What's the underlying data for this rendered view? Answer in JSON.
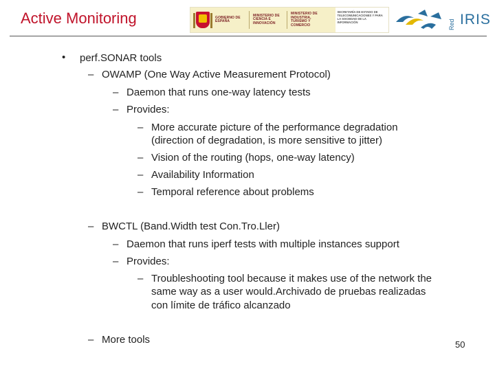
{
  "header": {
    "title": "Active Monitoring",
    "logos": {
      "gobierno": "GOBIERNO DE ESPAÑA",
      "ministerio_ciencia": "MINISTERIO DE CIENCIA E INNOVACIÓN",
      "ministerio_industria": "MINISTERIO DE INDUSTRIA, TURISMO Y COMERCIO",
      "secretaria": "SECRETARÍA DE ESTADO DE TELECOMUNICACIONES Y PARA LA SOCIEDAD DE LA INFORMACIÓN",
      "rediris_red": "Red",
      "rediris_iris": "IRIS"
    }
  },
  "bullets": {
    "b1": "perf.SONAR tools",
    "b1_1": "OWAMP (One Way Active Measurement Protocol)",
    "b1_1_1": "Daemon that runs one-way latency tests",
    "b1_1_2": "Provides:",
    "b1_1_2_1a": "More accurate picture of the performance degradation",
    "b1_1_2_1b": "(direction of degradation, is more sensitive to jitter)",
    "b1_1_2_2": "Vision of the routing (hops, one-way latency)",
    "b1_1_2_3": "Availability Information",
    "b1_1_2_4": "Temporal reference about problems",
    "b1_2": "BWCTL (Band.Width test Con.Tro.Ller)",
    "b1_2_1": "Daemon that runs iperf tests with multiple instances support",
    "b1_2_2": "Provides:",
    "b1_2_2_1a": "Troubleshooting tool because it makes use of the network the",
    "b1_2_2_1b": "same way as a user would.Archivado de pruebas realizadas",
    "b1_2_2_1c": "con límite de tráfico alcanzado",
    "b1_3": "More tools"
  },
  "markers": {
    "bullet": "•",
    "dash": "–"
  },
  "footer": {
    "page_number": "50"
  },
  "colors": {
    "title": "#c0132a",
    "rediris": "#2a6f9e",
    "logo_band": "#f6f0c8"
  }
}
